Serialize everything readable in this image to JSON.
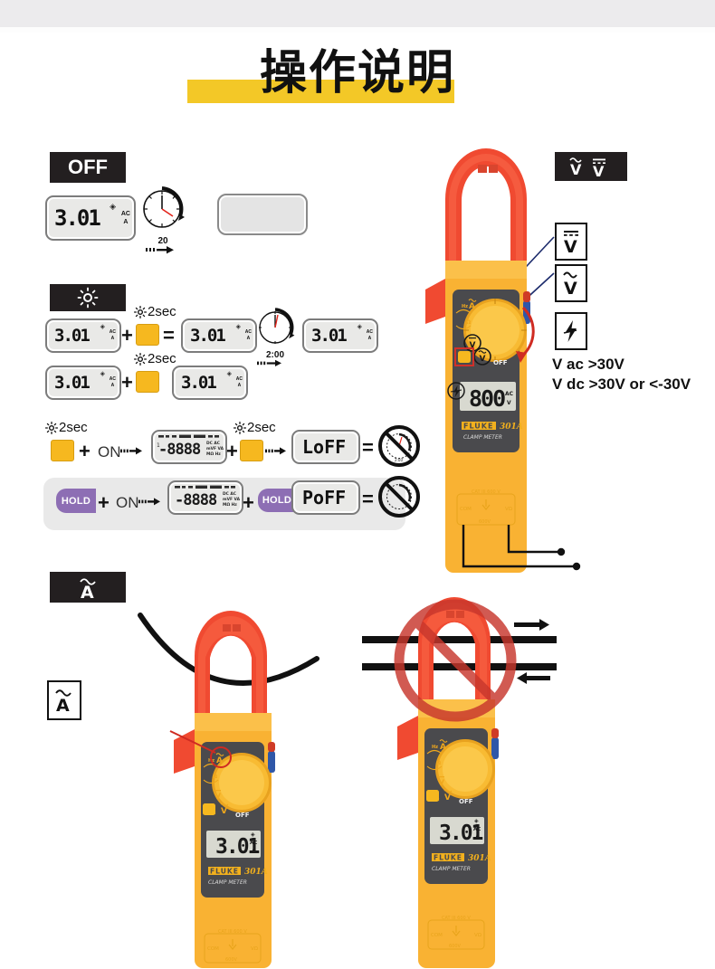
{
  "page": {
    "title": "操作说明",
    "accent_yellow": "#f3c827",
    "badge_black": "#231f20",
    "button_yellow": "#f6b81f",
    "hold_purple": "#8d6eb4",
    "clamp_red": "#f04a31",
    "clamp_yellow": "#f9b233",
    "prohibit_red": "#c8372d"
  },
  "sections": {
    "off": {
      "badge_label": "OFF",
      "badge_icon": "off-text",
      "lcd_value": "3.01",
      "lcd_units": [
        "AC",
        "A"
      ],
      "lcd_icon": "backlight-bulb-icon",
      "timer_label": "20",
      "timer_icon": "clock-icon",
      "result_icon": "blank-display-icon"
    },
    "backlight": {
      "badge_icon": "sun-backlight-icon",
      "row1": {
        "lcd_before": "3.01",
        "lcd_units": [
          "AC",
          "A"
        ],
        "plus": "+",
        "press_label": "2sec",
        "press_icon": "sun-backlight-icon",
        "button_icon": "yellow-backlight-button",
        "equals": "=",
        "lcd_after": "3.01",
        "timer_label": "2:00",
        "timer_icon": "clock-icon",
        "lcd_final": "3.01"
      },
      "row2": {
        "lcd_before": "3.01",
        "plus": "+",
        "press_label": "2sec",
        "press_icon": "sun-backlight-icon",
        "button_icon": "yellow-backlight-button",
        "lcd_after": "3.01"
      }
    },
    "loff": {
      "press_label": "2sec",
      "press_icon": "sun-backlight-icon",
      "button_icon": "yellow-backlight-button",
      "plus1": "+",
      "on_label": "ON",
      "arrow_icon": "motion-arrow-icon",
      "segments_display": "-8888",
      "segments_annunciators": [
        "DC AC",
        "mV VA",
        "MΩ Hz"
      ],
      "plus2": "+",
      "result_text": "LoFF",
      "equals": "=",
      "result_icon": "no-auto-off-icon"
    },
    "poff": {
      "hold_label": "HOLD",
      "plus1": "+",
      "on_label": "ON",
      "arrow_icon": "motion-arrow-icon",
      "segments_display": "-8888",
      "plus2": "+",
      "hold_label2": "HOLD",
      "result_text": "PoFF",
      "equals": "=",
      "result_icon": "no-auto-off-icon"
    },
    "voltage": {
      "badge_icons": [
        "v-ac-icon",
        "v-dc-icon"
      ],
      "callout_dc_icon": "v-dc-boxed-icon",
      "callout_ac_icon": "v-ac-boxed-icon",
      "warning_icon": "high-voltage-boxed-icon",
      "note_line1": "V ac >30V",
      "note_line2": "V dc >30V or <-30V",
      "meter": {
        "brand": "FLUKE",
        "model": "301A",
        "subtitle": "CLAMP METER",
        "lcd_value": "800",
        "lcd_units": [
          "AC",
          "V"
        ],
        "dial_labels": [
          "Hz",
          "A",
          "Ω",
          "V",
          "V",
          "OFF"
        ],
        "terminal_labels": [
          "COM",
          "VΩ"
        ],
        "rating_top": "CAT III 600 V",
        "rating_bottom": "600V"
      }
    },
    "current": {
      "badge_icon": "a-ac-icon",
      "callout_icon": "a-ac-boxed-icon",
      "correct": {
        "meter_lcd": "3.01",
        "meter_units": [
          "AC",
          "A"
        ],
        "brand": "FLUKE",
        "model": "301A",
        "subtitle": "CLAMP METER",
        "wire_icon": "single-conductor-icon"
      },
      "incorrect": {
        "meter_lcd": "3.01",
        "meter_units": [
          "AC",
          "A"
        ],
        "brand": "FLUKE",
        "model": "301A",
        "subtitle": "CLAMP METER",
        "prohibit_icon": "prohibition-circle-icon",
        "wire_icons": [
          "arrow-right-icon",
          "arrow-left-icon"
        ]
      }
    }
  }
}
